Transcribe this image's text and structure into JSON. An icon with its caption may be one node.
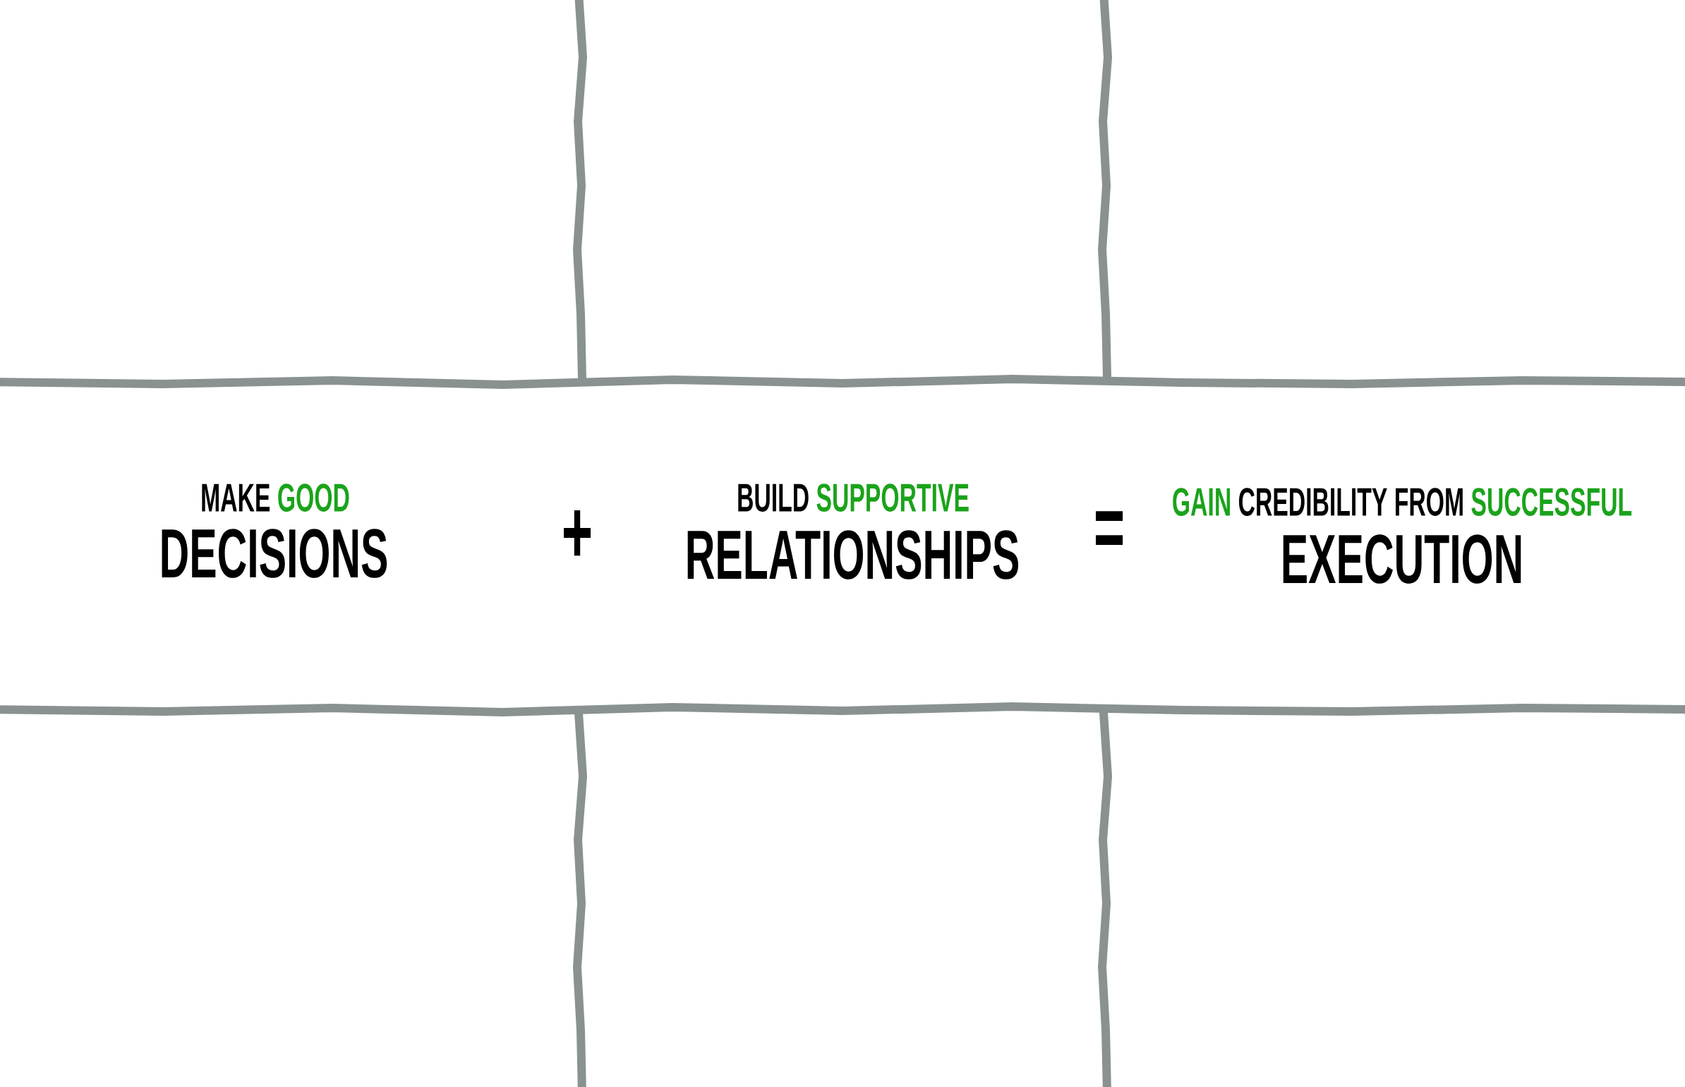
{
  "diagram": {
    "labels": [
      "MAKE",
      "GOOD",
      "DECISIONS",
      "+",
      "BUILD",
      "SUPPORTIVE",
      "RELATIONSHIPS",
      "=",
      "GAIN",
      "CREDIBILITY FROM",
      "SUCCESSFUL",
      "EXECUTION"
    ]
  }
}
